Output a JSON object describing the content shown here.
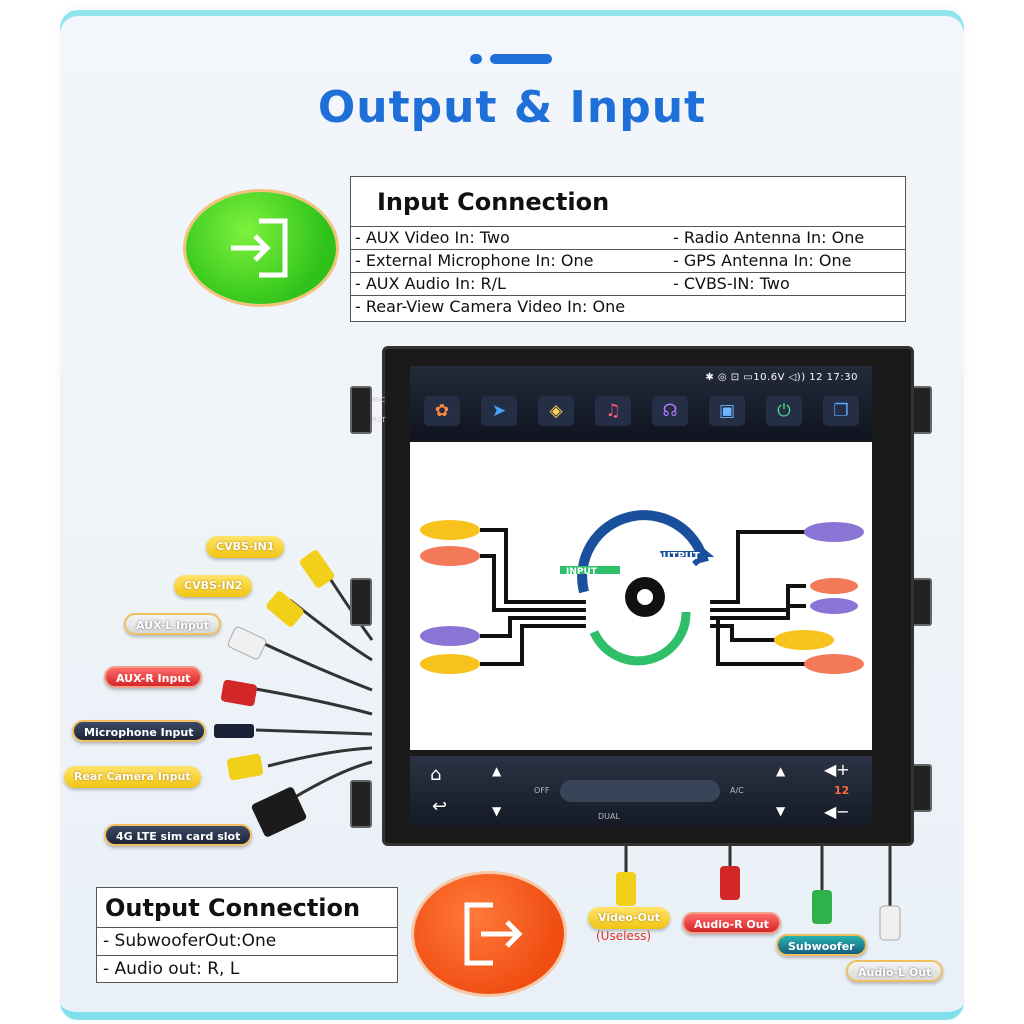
{
  "title": "Output & Input",
  "input": {
    "heading": "Input Connection",
    "rows": [
      {
        "left": "- AUX Video In: Two",
        "right": "- Radio Antenna In: One"
      },
      {
        "left": "- External Microphone In: One",
        "right": "- GPS Antenna In: One"
      },
      {
        "left": "- AUX Audio In: R/L",
        "right": "- CVBS-IN: Two"
      },
      {
        "left": "- Rear-View Camera Video In: One",
        "right": ""
      }
    ]
  },
  "output": {
    "heading": "Output Connection",
    "rows": [
      "- SubwooferOut:One",
      "- Audio out: R, L"
    ]
  },
  "device": {
    "status": "✱   ◎   ⊡ ▭10.6V ◁)) 12   17:30",
    "side_mic": "MIC",
    "side_rst": "RST",
    "diagram_input": "INPUT",
    "diagram_output": "OUTPUT",
    "climate_off": "OFF",
    "climate_ac": "A/C",
    "climate_dual": "DUAL",
    "volume": "12"
  },
  "cable_labels": {
    "cvbs1": "CVBS-IN1",
    "cvbs2": "CVBS-IN2",
    "aux_l": "AUX-L Input",
    "aux_r": "AUX-R Input",
    "mic": "Microphone Input",
    "rear_cam": "Rear Camera Input",
    "sim": "4G LTE sim card slot",
    "video_out": "Video-Out",
    "video_out_note": "(Useless)",
    "audio_r_out": "Audio-R Out",
    "subwoofer": "Subwoofer",
    "audio_l_out": "Audio-L Out"
  },
  "colors": {
    "accent": "#1e6fd8",
    "input_icon": "#2ec21a",
    "output_icon": "#f04d12"
  }
}
